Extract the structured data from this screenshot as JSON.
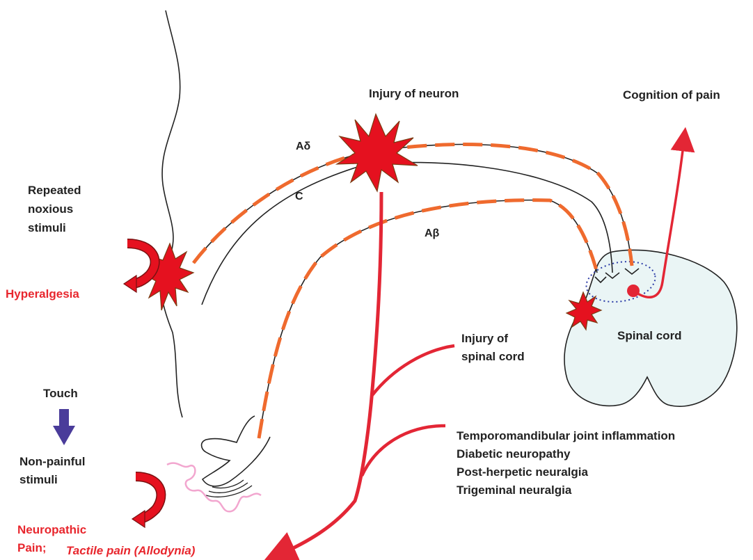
{
  "labels": {
    "injury_of_neuron": "Injury of neuron",
    "cognition_of_pain": "Cognition of pain",
    "a_delta": "Aδ",
    "c_fiber": "C",
    "a_beta": "Aβ",
    "repeated_1": "Repeated",
    "repeated_2": "noxious",
    "repeated_3": "stimuli",
    "hyperalgesia": "Hyperalgesia",
    "spinal_cord": "Spinal cord",
    "injury_spinal_1": "Injury of",
    "injury_spinal_2": "spinal cord",
    "touch": "Touch",
    "nonpainful_1": "Non-painful",
    "nonpainful_2": "stimuli",
    "neuropathic_1": "Neuropathic",
    "neuropathic_2": "Pain;",
    "allodynia": "Tactile pain (Allodynia)"
  },
  "conditions": [
    "Temporomandibular joint inflammation",
    "Diabetic neuropathy",
    "Post-herpetic neuralgia",
    "Trigeminal neuralgia"
  ],
  "colors": {
    "text": "#222222",
    "red_text": "#e8262d",
    "pathway_red": "#e32635",
    "dash_orange": "#ef6a2e",
    "burst_fill": "#e5111f",
    "burst_stroke": "#7a3b12",
    "cord_fill": "#eaf5f5",
    "cord_stroke": "#222222",
    "touch_arrow": "#4a3c9a",
    "pink_wave": "#f2a6cf",
    "dotted_ring": "#2a3aa6"
  }
}
